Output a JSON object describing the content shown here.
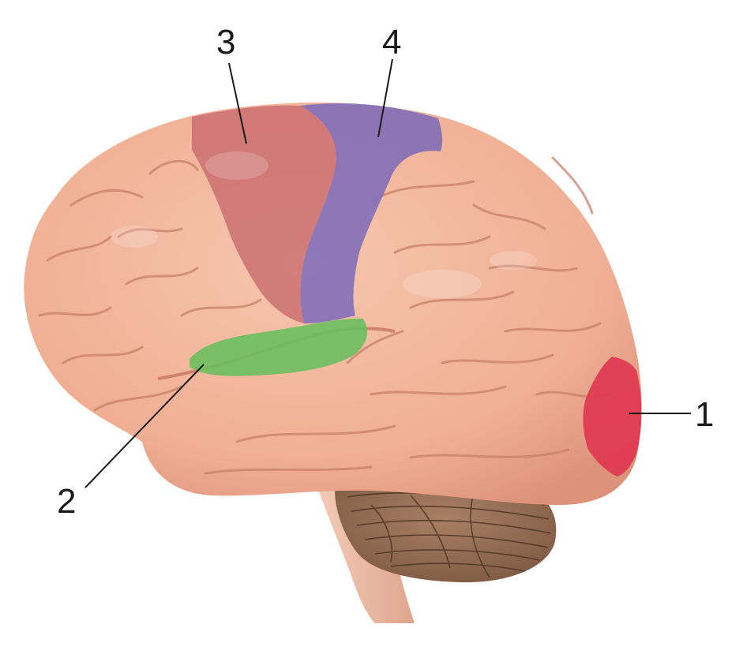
{
  "diagram": {
    "colors": {
      "background": "#ffffff",
      "cortex": "#f2b49b",
      "cortex_shadow": "#d98d72",
      "cortex_highlight": "#f8cdb8",
      "cerebellum": "#9b7356",
      "cerebellum_lines": "#4f3424",
      "brainstem": "#efc0aa",
      "region_1": "#e0364f",
      "region_2": "#6cbf5e",
      "region_3": "#c96a6e",
      "region_4": "#7b6aba",
      "leader_line": "#1a1a1a",
      "label_text": "#1a1a1a"
    },
    "labels": [
      {
        "id": "1",
        "text": "1"
      },
      {
        "id": "2",
        "text": "2"
      },
      {
        "id": "3",
        "text": "3"
      },
      {
        "id": "4",
        "text": "4"
      }
    ]
  }
}
